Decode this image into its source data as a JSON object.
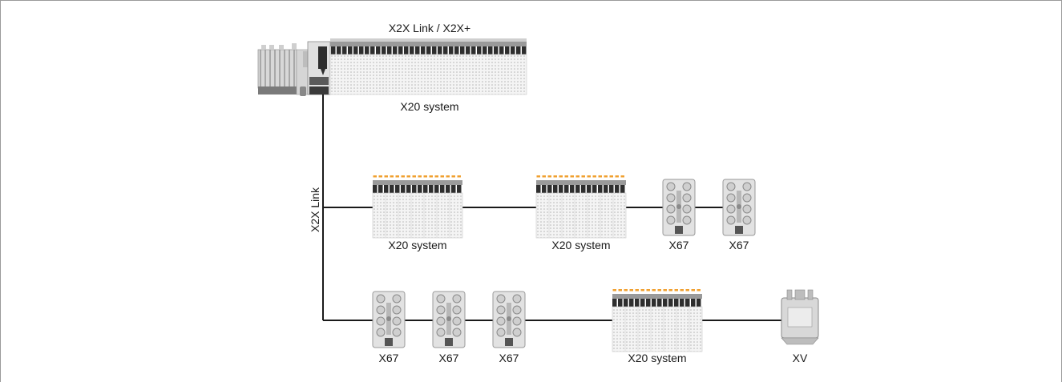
{
  "top_system": {
    "bus_label": "X2X Link / X2X+",
    "caption": "X20 system"
  },
  "trunk": {
    "label": "X2X Link"
  },
  "row1": {
    "nodes": [
      {
        "caption": "X20 system"
      },
      {
        "caption": "X20 system"
      },
      {
        "caption": "X67"
      },
      {
        "caption": "X67"
      }
    ]
  },
  "row2": {
    "nodes": [
      {
        "caption": "X67"
      },
      {
        "caption": "X67"
      },
      {
        "caption": "X67"
      },
      {
        "caption": "X20 system"
      },
      {
        "caption": "XV"
      }
    ]
  },
  "colors": {
    "line": "#1a1a1a",
    "module_dark": "#3a3a3a",
    "module_light": "#eeeeee",
    "accent_orange": "#f0a030",
    "frame": "#9a9a9a"
  }
}
